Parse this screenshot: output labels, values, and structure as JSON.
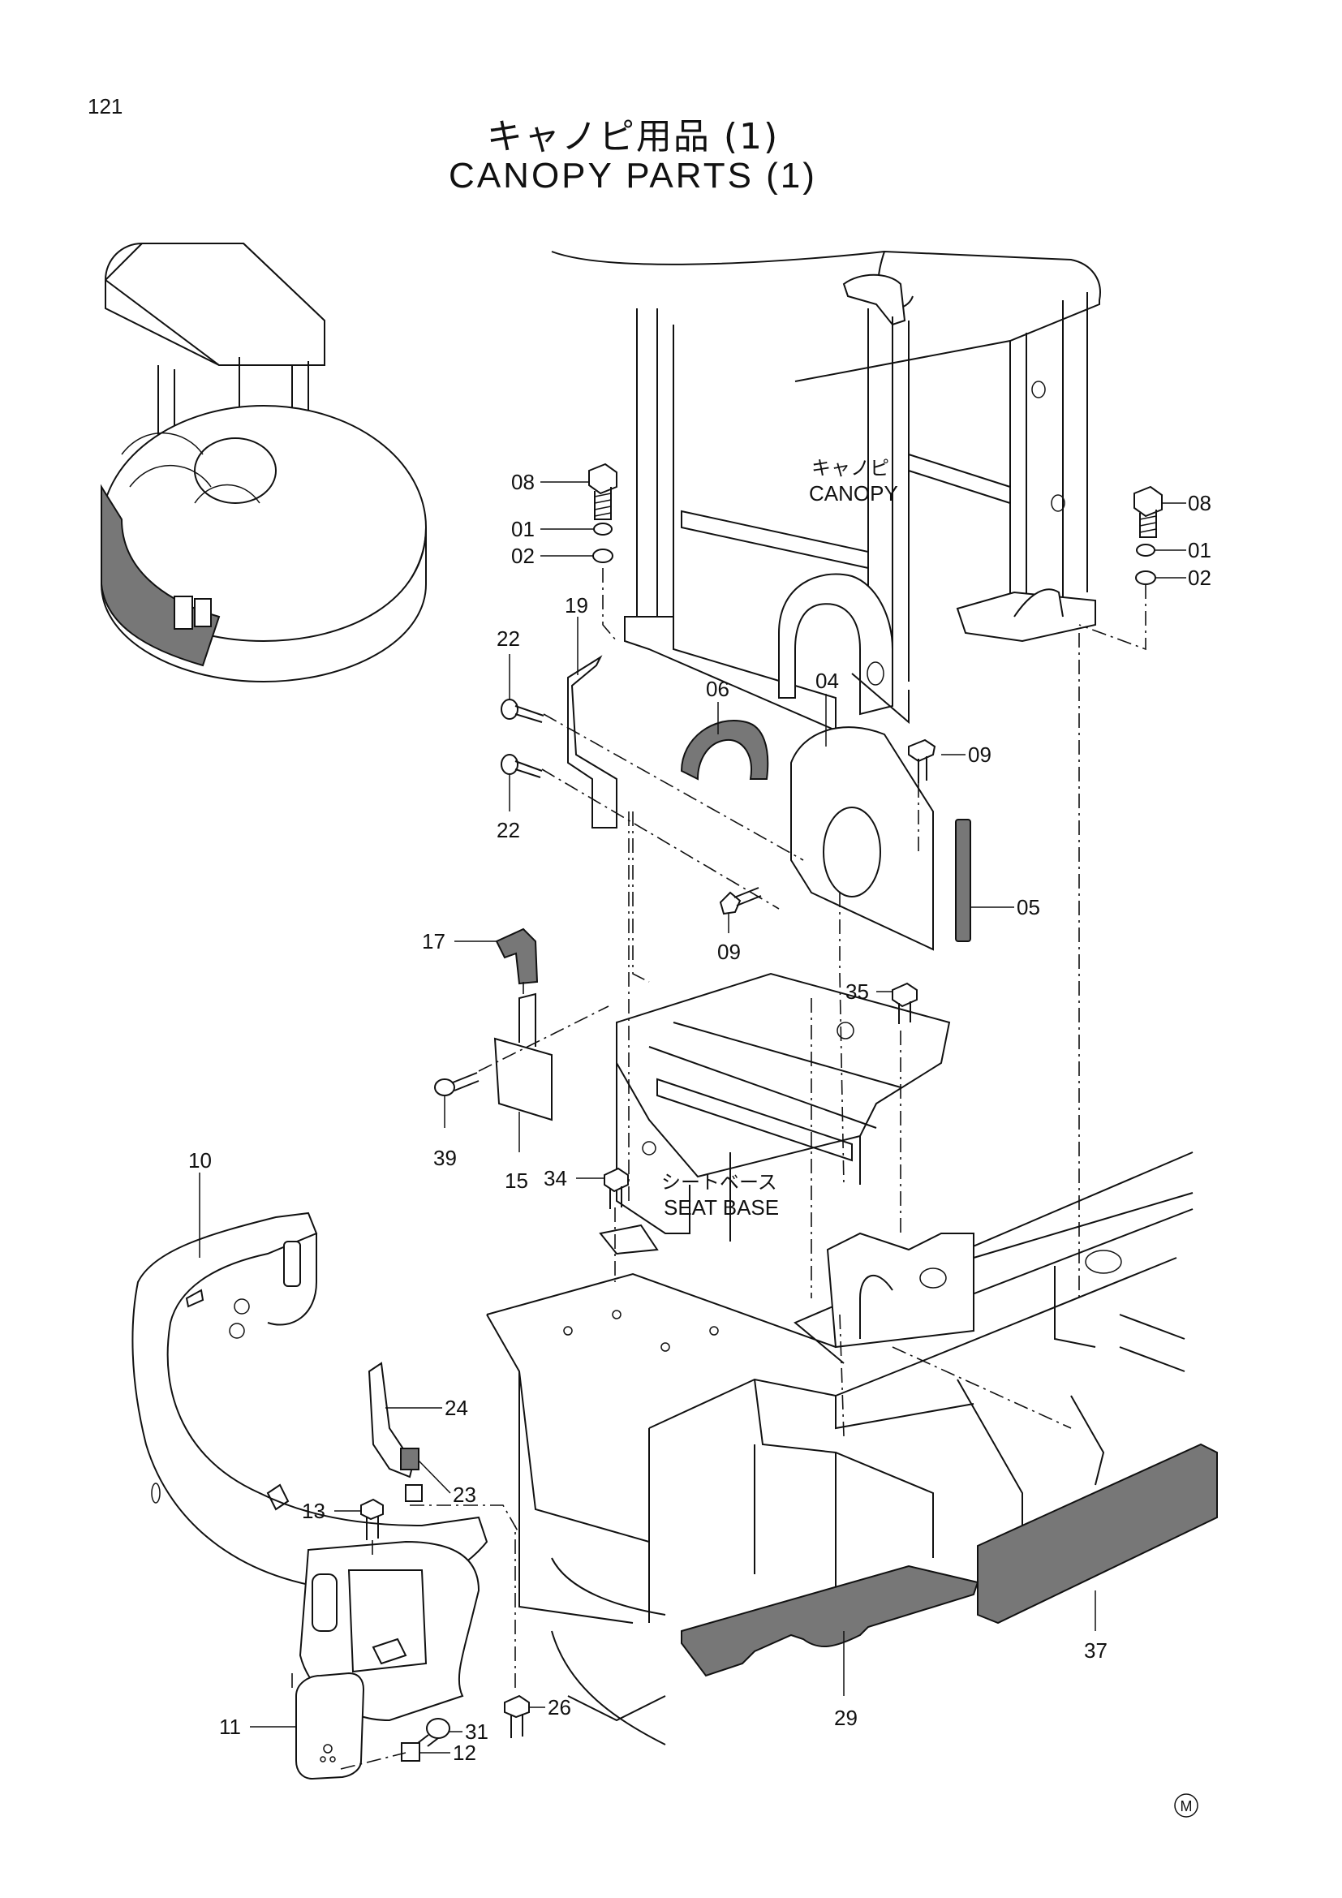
{
  "page_number": "121",
  "title_jp": "キャノピ用品 (1)",
  "title_en": "CANOPY PARTS (1)",
  "assemblies": {
    "canopy_jp": "キャノピ",
    "canopy_en": "CANOPY",
    "seat_base_jp": "シートベース",
    "seat_base_en": "SEAT BASE"
  },
  "part_labels": [
    "08",
    "01",
    "02",
    "08",
    "01",
    "02",
    "19",
    "22",
    "22",
    "06",
    "04",
    "09",
    "09",
    "05",
    "17",
    "35",
    "39",
    "15",
    "34",
    "10",
    "24",
    "23",
    "13",
    "26",
    "31",
    "11",
    "12",
    "29",
    "37"
  ],
  "mark": "M"
}
